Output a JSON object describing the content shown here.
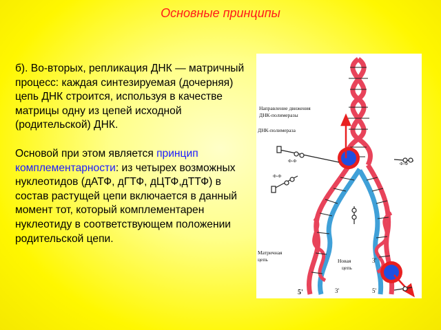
{
  "slide": {
    "title": "Основные принципы"
  },
  "text": {
    "para1": "б). Во-вторых, репликация ДНК — матричный процесс: каждая синтезируемая (дочерняя) цепь ДНК строится, используя в качестве матрицы одну из цепей исходной (родительской) ДНК.",
    "para2_before": "Основой при этом является ",
    "para2_highlight": "принцип комплементарности",
    "para2_after": ": из четырех возможных нуклеотидов (дАТФ, дГТФ, дЦТФ,дТТФ) в состав растущей цепи включается в данный момент тот, который комплементарен нуклеотиду в соответствующем положении родительской цепи."
  },
  "figure": {
    "label_direction_1": "Направление движения",
    "label_direction_2": "ДНК-полимеразы",
    "label_polymerase": "ДНК-полимераза",
    "label_template_1": "Матричная",
    "label_template_2": "цепь",
    "label_new_1": "Новая",
    "label_new_2": "цепь",
    "end_5_left": "5'",
    "end_3_bottom": "3'",
    "end_3_right": "3'",
    "end_5_right": "5'",
    "nucleotide_ff": "Ф-Ф",
    "colors": {
      "parent_strand": "#e8435a",
      "new_strand": "#3fa0d8",
      "polymerase": "#1f4fe0",
      "polymerase_ring": "#e82020",
      "arrow": "#e82020"
    }
  }
}
